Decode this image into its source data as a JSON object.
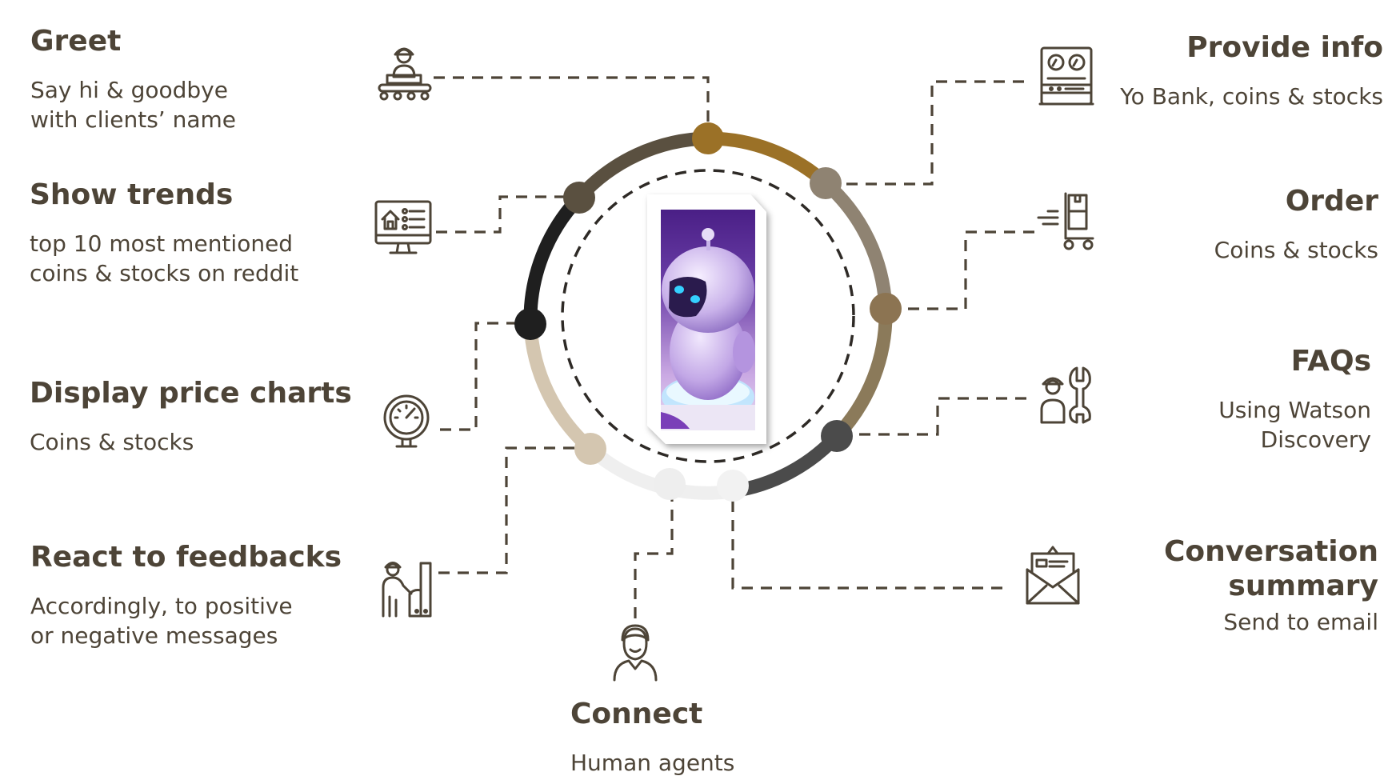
{
  "features": {
    "greet": {
      "title": "Greet",
      "desc": "Say hi & goodbye\nwith clients’ name",
      "icon": "conveyor-worker-icon"
    },
    "show_trends": {
      "title": "Show trends",
      "desc": "top 10 most mentioned\ncoins & stocks on reddit",
      "icon": "monitor-dashboard-icon"
    },
    "price_charts": {
      "title": "Display price charts",
      "desc": "Coins & stocks",
      "icon": "pressure-gauge-icon"
    },
    "feedbacks": {
      "title": "React to feedbacks",
      "desc": "Accordingly, to positive\nor negative messages",
      "icon": "machine-operator-icon"
    },
    "connect": {
      "title": "Connect",
      "desc": "Human agents",
      "icon": "human-agent-icon"
    },
    "provide_info": {
      "title": "Provide info",
      "desc": "Yo Bank, coins & stocks",
      "icon": "control-panel-icon"
    },
    "order": {
      "title": "Order",
      "desc": "Coins & stocks",
      "icon": "hand-truck-boxes-icon"
    },
    "faqs": {
      "title": "FAQs",
      "desc": "Using Watson\nDiscovery",
      "icon": "worker-wrench-icon"
    },
    "summary": {
      "title": "Conversation\nsummary",
      "desc": "Send to email",
      "icon": "envelope-letter-icon"
    }
  },
  "center": {
    "image": "chatbot-robot-image"
  },
  "colors": {
    "text": "#4d4437",
    "connector": "#4d4437",
    "ring": [
      "#9b7127",
      "#8f8372",
      "#8b7a5a",
      "#8c7452",
      "#4b4b4b",
      "#efefef",
      "#d4c6b0",
      "#1f1f1f",
      "#5a5040"
    ]
  }
}
